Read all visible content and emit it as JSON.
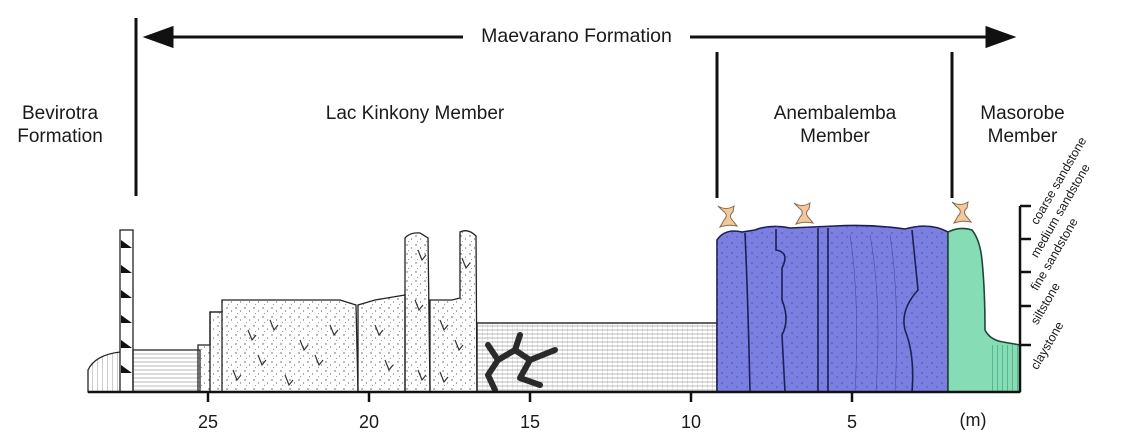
{
  "titles": {
    "maevarano": "Maevarano Formation",
    "bevirotra_line1": "Bevirotra",
    "bevirotra_line2": "Formation",
    "lac_kinkony": "Lac Kinkony Member",
    "anembalemba_line1": "Anembalemba",
    "anembalemba_line2": "Member",
    "masorobe_line1": "Masorobe",
    "masorobe_line2": "Member"
  },
  "axis": {
    "ticks": [
      "25",
      "20",
      "15",
      "10",
      "5"
    ],
    "unit": "(m)"
  },
  "grain_sizes": [
    "coarse sandstone",
    "medium sandstone",
    "fine sandstone",
    "siltstone",
    "claystone"
  ],
  "colors": {
    "anembalemba_fill": "#7b7fe0",
    "masorobe_fill": "#86dcb5",
    "fossil_bone": "#f0c9a0"
  }
}
